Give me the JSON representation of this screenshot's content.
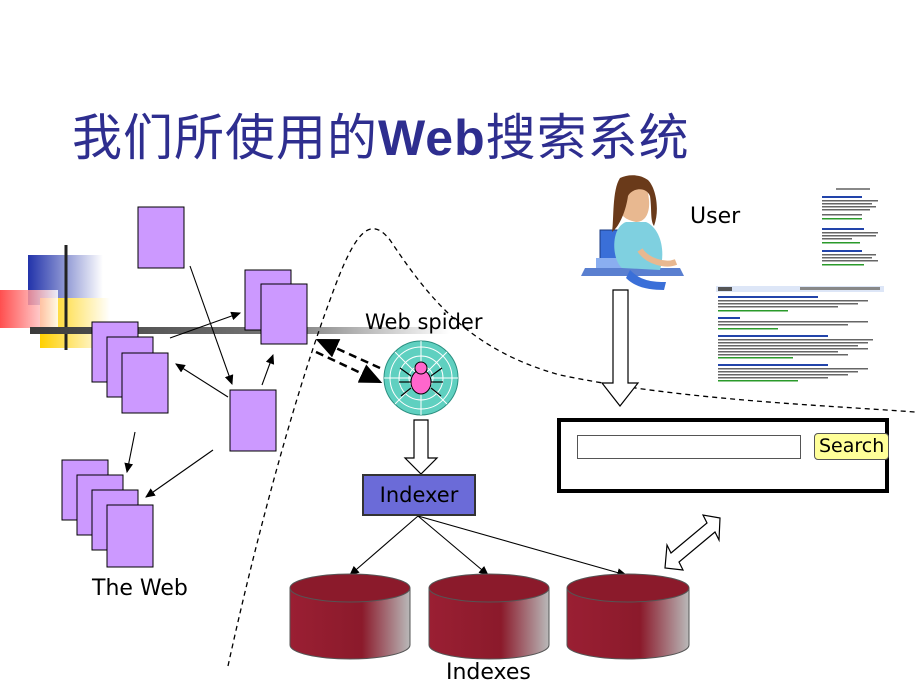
{
  "title": {
    "cjk_prefix": "我们所使用的",
    "latin": "Web",
    "cjk_suffix": "搜索系统"
  },
  "labels": {
    "user": "User",
    "web_spider": "Web spider",
    "indexer": "Indexer",
    "the_web": "The Web",
    "indexes": "Indexes"
  },
  "search": {
    "button_label": "Search",
    "input_value": ""
  },
  "icons": {
    "spider": "spider-web-icon",
    "user": "user-at-computer-icon",
    "results": "search-results-thumbnail"
  },
  "colors": {
    "title": "#2e2e8f",
    "page": "#cc99ff",
    "indexer": "#6b6bd8",
    "index_db": "#8b1a2b",
    "search_button": "#ffff99"
  }
}
